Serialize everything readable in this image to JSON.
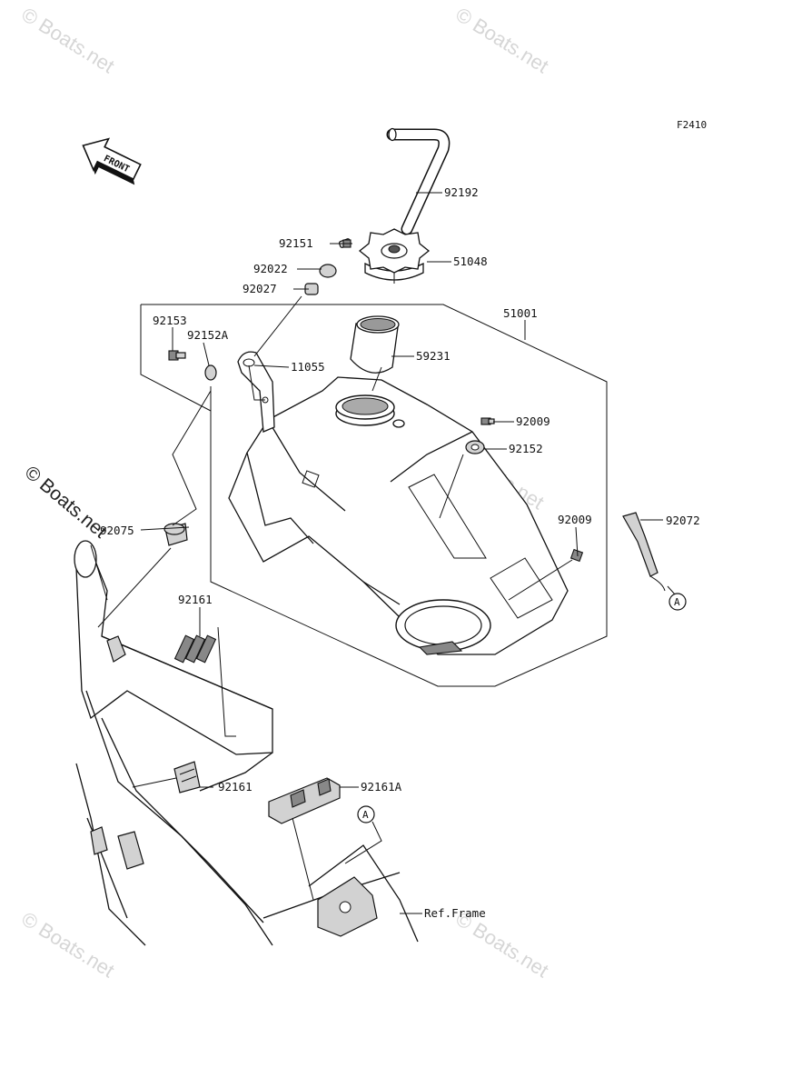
{
  "diagram_code": "F2410",
  "front_label": "FRONT",
  "watermark": "© Boats.net",
  "ref_marker": "A",
  "ref_frame_label": "Ref.Frame",
  "parts": {
    "p92192": "92192",
    "p92151": "92151",
    "p51048": "51048",
    "p92022": "92022",
    "p92027": "92027",
    "p51001": "51001",
    "p92153": "92153",
    "p92152A": "92152A",
    "p11055": "11055",
    "p59231": "59231",
    "p92009a": "92009",
    "p92152": "92152",
    "p92009b": "92009",
    "p92072": "92072",
    "p92075": "92075",
    "p92161a": "92161",
    "p92161b": "92161",
    "p92161A": "92161A"
  }
}
